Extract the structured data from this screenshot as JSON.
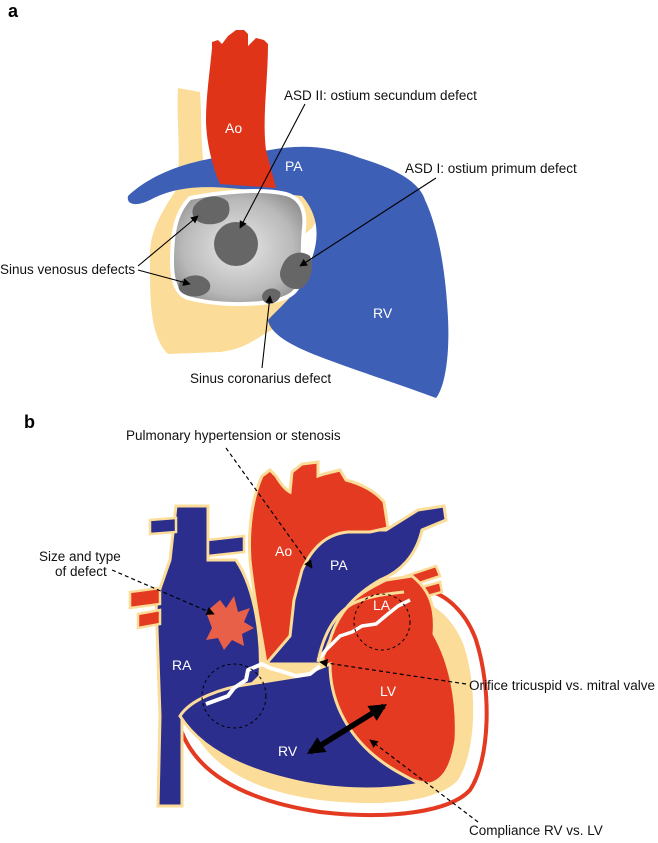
{
  "panel_a": {
    "letter": "a",
    "structures": {
      "ao": "Ao",
      "pa": "PA",
      "rv": "RV"
    },
    "callouts": {
      "asd2": "ASD II: ostium secundum defect",
      "asd1": "ASD I: ostium primum defect",
      "sinus_venosus": "Sinus venosus defects",
      "sinus_coronarius": "Sinus coronarius defect"
    }
  },
  "panel_b": {
    "letter": "b",
    "structures": {
      "ao": "Ao",
      "pa": "PA",
      "la": "LA",
      "ra": "RA",
      "lv": "LV",
      "rv": "RV"
    },
    "callouts": {
      "pulm": "Pulmonary hypertension or stenosis",
      "size_line1": "Size and type",
      "size_line2": "of defect",
      "orifice": "Orifice tricuspid vs. mitral valve",
      "compliance": "Compliance RV vs. LV"
    }
  },
  "colors": {
    "aorta_red": "#e03418",
    "heart_red": "#e43a22",
    "venous_blue": "#2b2e8c",
    "pa_blue": "#3d5fb5",
    "cream": "#fbdc98",
    "septum_gray": "#a8a8a8",
    "defect_gray": "#666666"
  }
}
